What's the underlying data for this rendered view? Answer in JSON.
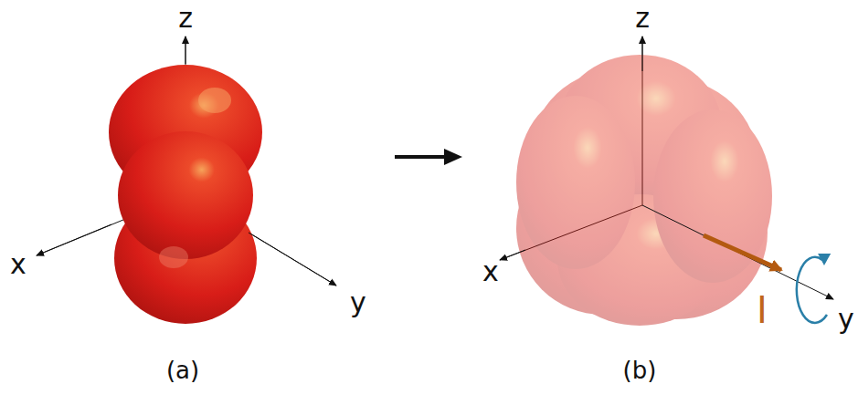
{
  "diagram": {
    "labels": [
      "z",
      "x",
      "y",
      "(a)",
      "z",
      "x",
      "y",
      "I",
      "(b)"
    ]
  }
}
